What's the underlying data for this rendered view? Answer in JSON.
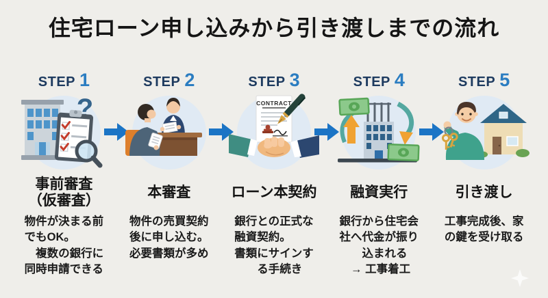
{
  "page": {
    "title": "住宅ローン申し込みから引き渡しまでの流れ",
    "background_color": "#efeeea",
    "title_color": "#151515",
    "step_word_color": "#1d3a5f",
    "step_number_color": "#2b7dc1",
    "arrow_color": "#1b74c5",
    "circle_color": "#e0eaf4",
    "sparkle_icon": "sparkle-icon"
  },
  "steps": [
    {
      "step_word": "STEP",
      "number": "1",
      "icon": "building-checklist-magnifier-icon",
      "label": "事前審査\n（仮審査）",
      "description": "物件が決まる前\nでもOK。\n　複数の銀行に\n同時申請できる"
    },
    {
      "step_word": "STEP",
      "number": "2",
      "icon": "bank-interview-icon",
      "label": "本審査",
      "description": "物件の売買契約\n後に申し込む。\n必要書類が多め"
    },
    {
      "step_word": "STEP",
      "number": "3",
      "icon": "contract-handshake-icon",
      "icon_text": "CONTRACT",
      "label": "ローン本契約",
      "description": "銀行との正式な\n融資契約。\n書類にサインす\n　　る手続き"
    },
    {
      "step_word": "STEP",
      "number": "4",
      "icon": "loan-disbursement-icon",
      "label": "融資実行",
      "description": "銀行から住宅会\n社へ代金が振り\n　　込まれる\n　→ 工事着工"
    },
    {
      "step_word": "STEP",
      "number": "5",
      "icon": "key-handover-icon",
      "label": "引き渡し",
      "description": "工事完成後、家\nの鍵を受け取る"
    }
  ]
}
